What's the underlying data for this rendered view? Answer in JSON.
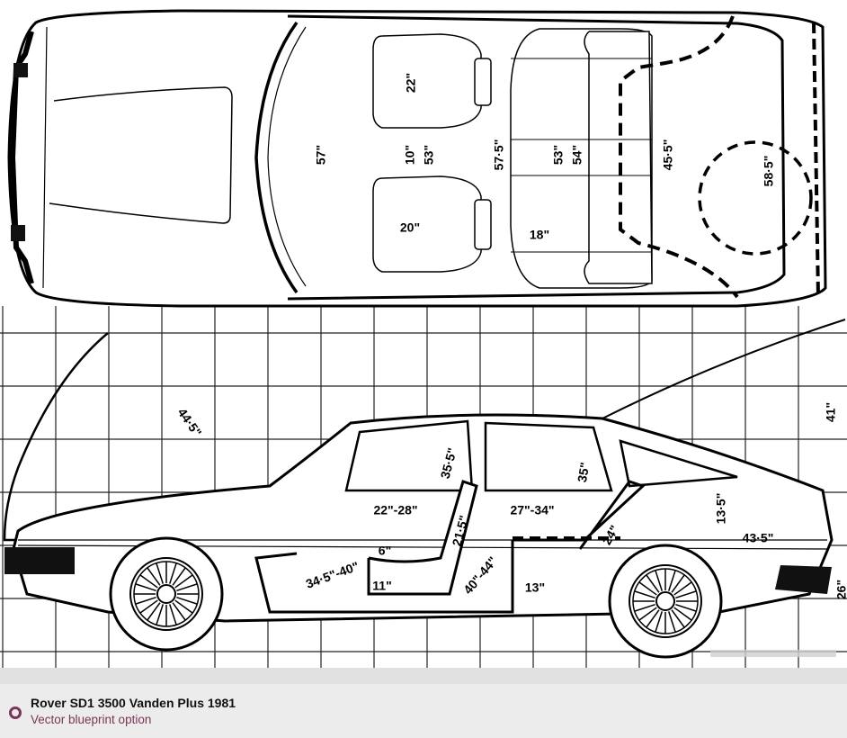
{
  "blueprint": {
    "subject": "Rover SD1 3500 Vanden Plus 1981",
    "views": [
      "top-view",
      "side-view"
    ],
    "top_view_dimensions": [
      {
        "id": "front-interior-width",
        "label": "57\""
      },
      {
        "id": "front-seat-depth",
        "label": "22\""
      },
      {
        "id": "front-seat-gap",
        "label": "10\""
      },
      {
        "id": "front-shoulder",
        "label": "53\""
      },
      {
        "id": "front-seat-width",
        "label": "20\""
      },
      {
        "id": "mid-width",
        "label": "57·5\""
      },
      {
        "id": "rear-bench-depth",
        "label": "18\""
      },
      {
        "id": "rear-shoulder",
        "label": "53\""
      },
      {
        "id": "rear-hip",
        "label": "54\""
      },
      {
        "id": "load-floor-width",
        "label": "45·5\""
      },
      {
        "id": "rear-width",
        "label": "58·5\""
      }
    ],
    "side_view_dimensions": [
      {
        "id": "bonnet-open",
        "label": "44·5\""
      },
      {
        "id": "front-headroom",
        "label": "35·5\""
      },
      {
        "id": "front-legroom-range",
        "label": "22\"-28\""
      },
      {
        "id": "rear-legroom-range",
        "label": "27\"-34\""
      },
      {
        "id": "rear-headroom",
        "label": "35\""
      },
      {
        "id": "front-seat-back",
        "label": "21·5\""
      },
      {
        "id": "steering-clearance",
        "label": "6\""
      },
      {
        "id": "pedal-reach",
        "label": "34·5\"-40\""
      },
      {
        "id": "front-cushion-height",
        "label": "11\""
      },
      {
        "id": "rear-leg-range",
        "label": "40\"-44\""
      },
      {
        "id": "rear-cushion-height",
        "label": "13\""
      },
      {
        "id": "rear-seat-back",
        "label": "24\""
      },
      {
        "id": "boot-sill",
        "label": "13·5\""
      },
      {
        "id": "load-length",
        "label": "43·5\""
      },
      {
        "id": "tailgate-open-height",
        "label": "41\""
      },
      {
        "id": "bumper-height",
        "label": "26\""
      }
    ]
  },
  "footer": {
    "title": "Rover SD1 3500 Vanden Plus 1981",
    "subtitle": "Vector blueprint option",
    "accent_color": "#7b3556",
    "icon": "ring-bullet-icon"
  }
}
